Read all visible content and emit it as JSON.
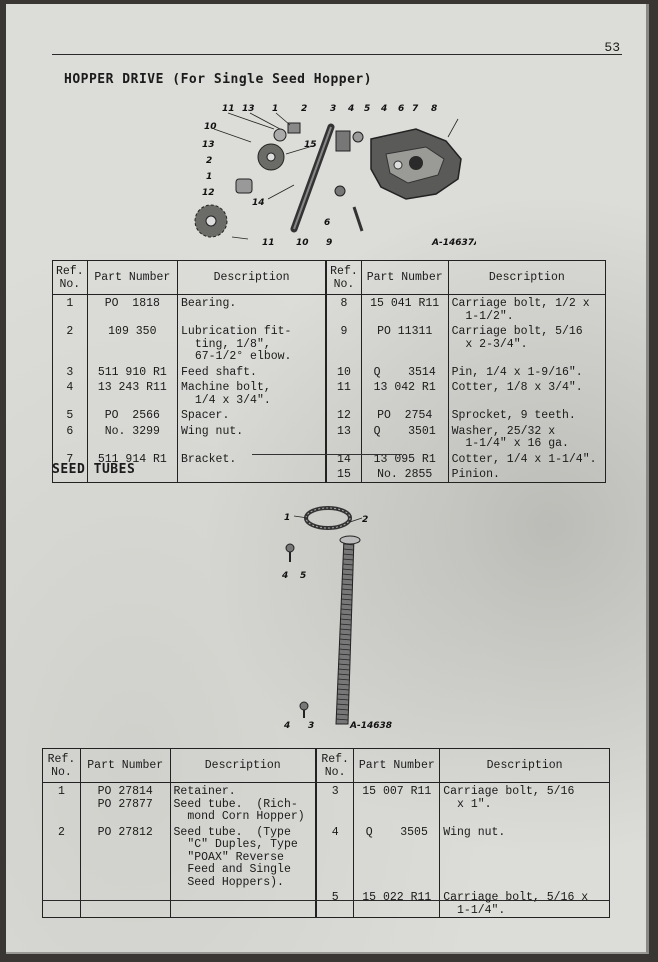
{
  "page_number": "53",
  "section1": {
    "heading": "HOPPER DRIVE (For Single Seed Hopper)",
    "figure_id": "A-14637A",
    "callouts": [
      "11",
      "13",
      "1",
      "2",
      "3",
      "4",
      "5",
      "4",
      "6",
      "7",
      "8",
      "10",
      "13",
      "15",
      "2",
      "1",
      "12",
      "14",
      "6",
      "9",
      "11",
      "10"
    ],
    "headers": {
      "ref": "Ref. No.",
      "part": "Part Number",
      "desc": "Description"
    },
    "left": [
      {
        "ref": "1",
        "part": [
          "PO  1818"
        ],
        "desc": [
          "Bearing."
        ]
      },
      {
        "ref": "2",
        "part": [
          "109 350"
        ],
        "desc": [
          "Lubrication fit-",
          "  ting, 1/8\",",
          "  67-1/2° elbow."
        ]
      },
      {
        "ref": "3",
        "part": [
          "511 910 R1"
        ],
        "desc": [
          "Feed shaft."
        ]
      },
      {
        "ref": "4",
        "part": [
          "13 243 R11"
        ],
        "desc": [
          "Machine bolt,",
          "  1/4 x 3/4\"."
        ]
      },
      {
        "ref": "5",
        "part": [
          "PO  2566"
        ],
        "desc": [
          "Spacer."
        ]
      },
      {
        "ref": "6",
        "part": [
          "No. 3299"
        ],
        "desc": [
          "Wing nut."
        ]
      },
      {
        "ref": "7",
        "part": [
          "511 914 R1"
        ],
        "desc": [
          "Bracket."
        ]
      }
    ],
    "right": [
      {
        "ref": "8",
        "part": [
          "15 041 R11"
        ],
        "desc": [
          "Carriage bolt, 1/2 x",
          "  1-1/2\"."
        ]
      },
      {
        "ref": "9",
        "part": [
          "PO 11311"
        ],
        "desc": [
          "Carriage bolt, 5/16",
          "  x 2-3/4\"."
        ]
      },
      {
        "ref": "10",
        "part": [
          "Q    3514"
        ],
        "desc": [
          "Pin, 1/4 x 1-9/16\"."
        ]
      },
      {
        "ref": "11",
        "part": [
          "13 042 R1"
        ],
        "desc": [
          "Cotter, 1/8 x 3/4\"."
        ]
      },
      {
        "ref": "12",
        "part": [
          "PO  2754"
        ],
        "desc": [
          "Sprocket, 9 teeth."
        ]
      },
      {
        "ref": "13",
        "part": [
          "Q    3501"
        ],
        "desc": [
          "Washer, 25/32 x",
          "  1-1/4\" x 16 ga."
        ]
      },
      {
        "ref": "14",
        "part": [
          "13 095 R1"
        ],
        "desc": [
          "Cotter, 1/4 x 1-1/4\"."
        ]
      },
      {
        "ref": "15",
        "part": [
          "No. 2855"
        ],
        "desc": [
          "Pinion."
        ]
      }
    ]
  },
  "section2": {
    "heading": "SEED TUBES",
    "figure_id": "A-14638",
    "callouts": [
      "1",
      "2",
      "4",
      "5",
      "4",
      "3"
    ],
    "headers": {
      "ref": "Ref. No.",
      "part": "Part Number",
      "desc": "Description"
    },
    "left": [
      {
        "ref": "1",
        "part": [
          "PO 27814",
          "PO 27877"
        ],
        "desc": [
          "Retainer.",
          "Seed tube.  (Rich-",
          "  mond Corn Hopper)"
        ]
      },
      {
        "ref": "2",
        "part": [
          "PO 27812"
        ],
        "desc": [
          "Seed tube.  (Type",
          "  \"C\" Duples, Type",
          "  \"POAX\" Reverse",
          "  Feed and Single",
          "  Seed Hoppers)."
        ]
      }
    ],
    "right": [
      {
        "ref": "3",
        "part": [
          "15 007 R11"
        ],
        "desc": [
          "Carriage bolt, 5/16",
          "  x 1\"."
        ]
      },
      {
        "ref": "4",
        "part": [
          "Q    3505"
        ],
        "desc": [
          "Wing nut."
        ]
      },
      {
        "ref": "5",
        "part": [
          "15 022 R11"
        ],
        "desc": [
          "Carriage bolt, 5/16 x",
          "  1-1/4\"."
        ]
      }
    ]
  }
}
